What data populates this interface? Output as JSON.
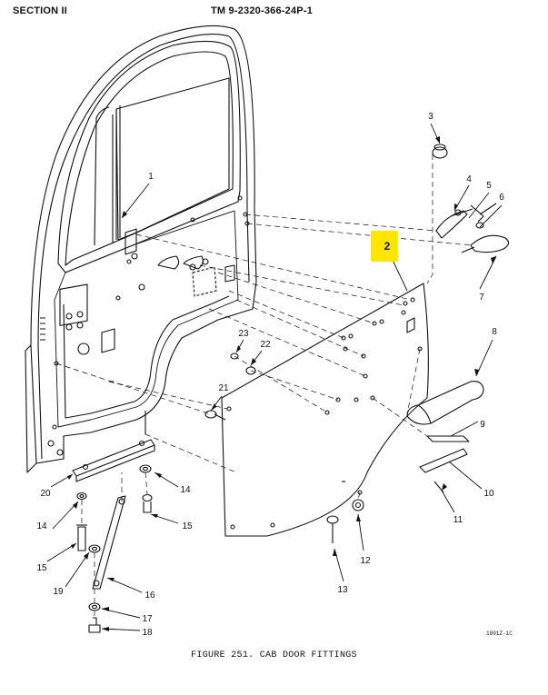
{
  "header": {
    "section": "SECTION II",
    "manual": "TM 9-2320-366-24P-1"
  },
  "figure": {
    "caption": "FIGURE 251. CAB DOOR FITTINGS",
    "drawing_id": "1801Z-1C",
    "highlight_color": "#FFE600",
    "callouts": [
      "1",
      "2",
      "3",
      "4",
      "5",
      "6",
      "7",
      "8",
      "9",
      "10",
      "11",
      "12",
      "13",
      "14",
      "14",
      "15",
      "15",
      "16",
      "17",
      "18",
      "19",
      "20",
      "21",
      "22",
      "23"
    ]
  }
}
